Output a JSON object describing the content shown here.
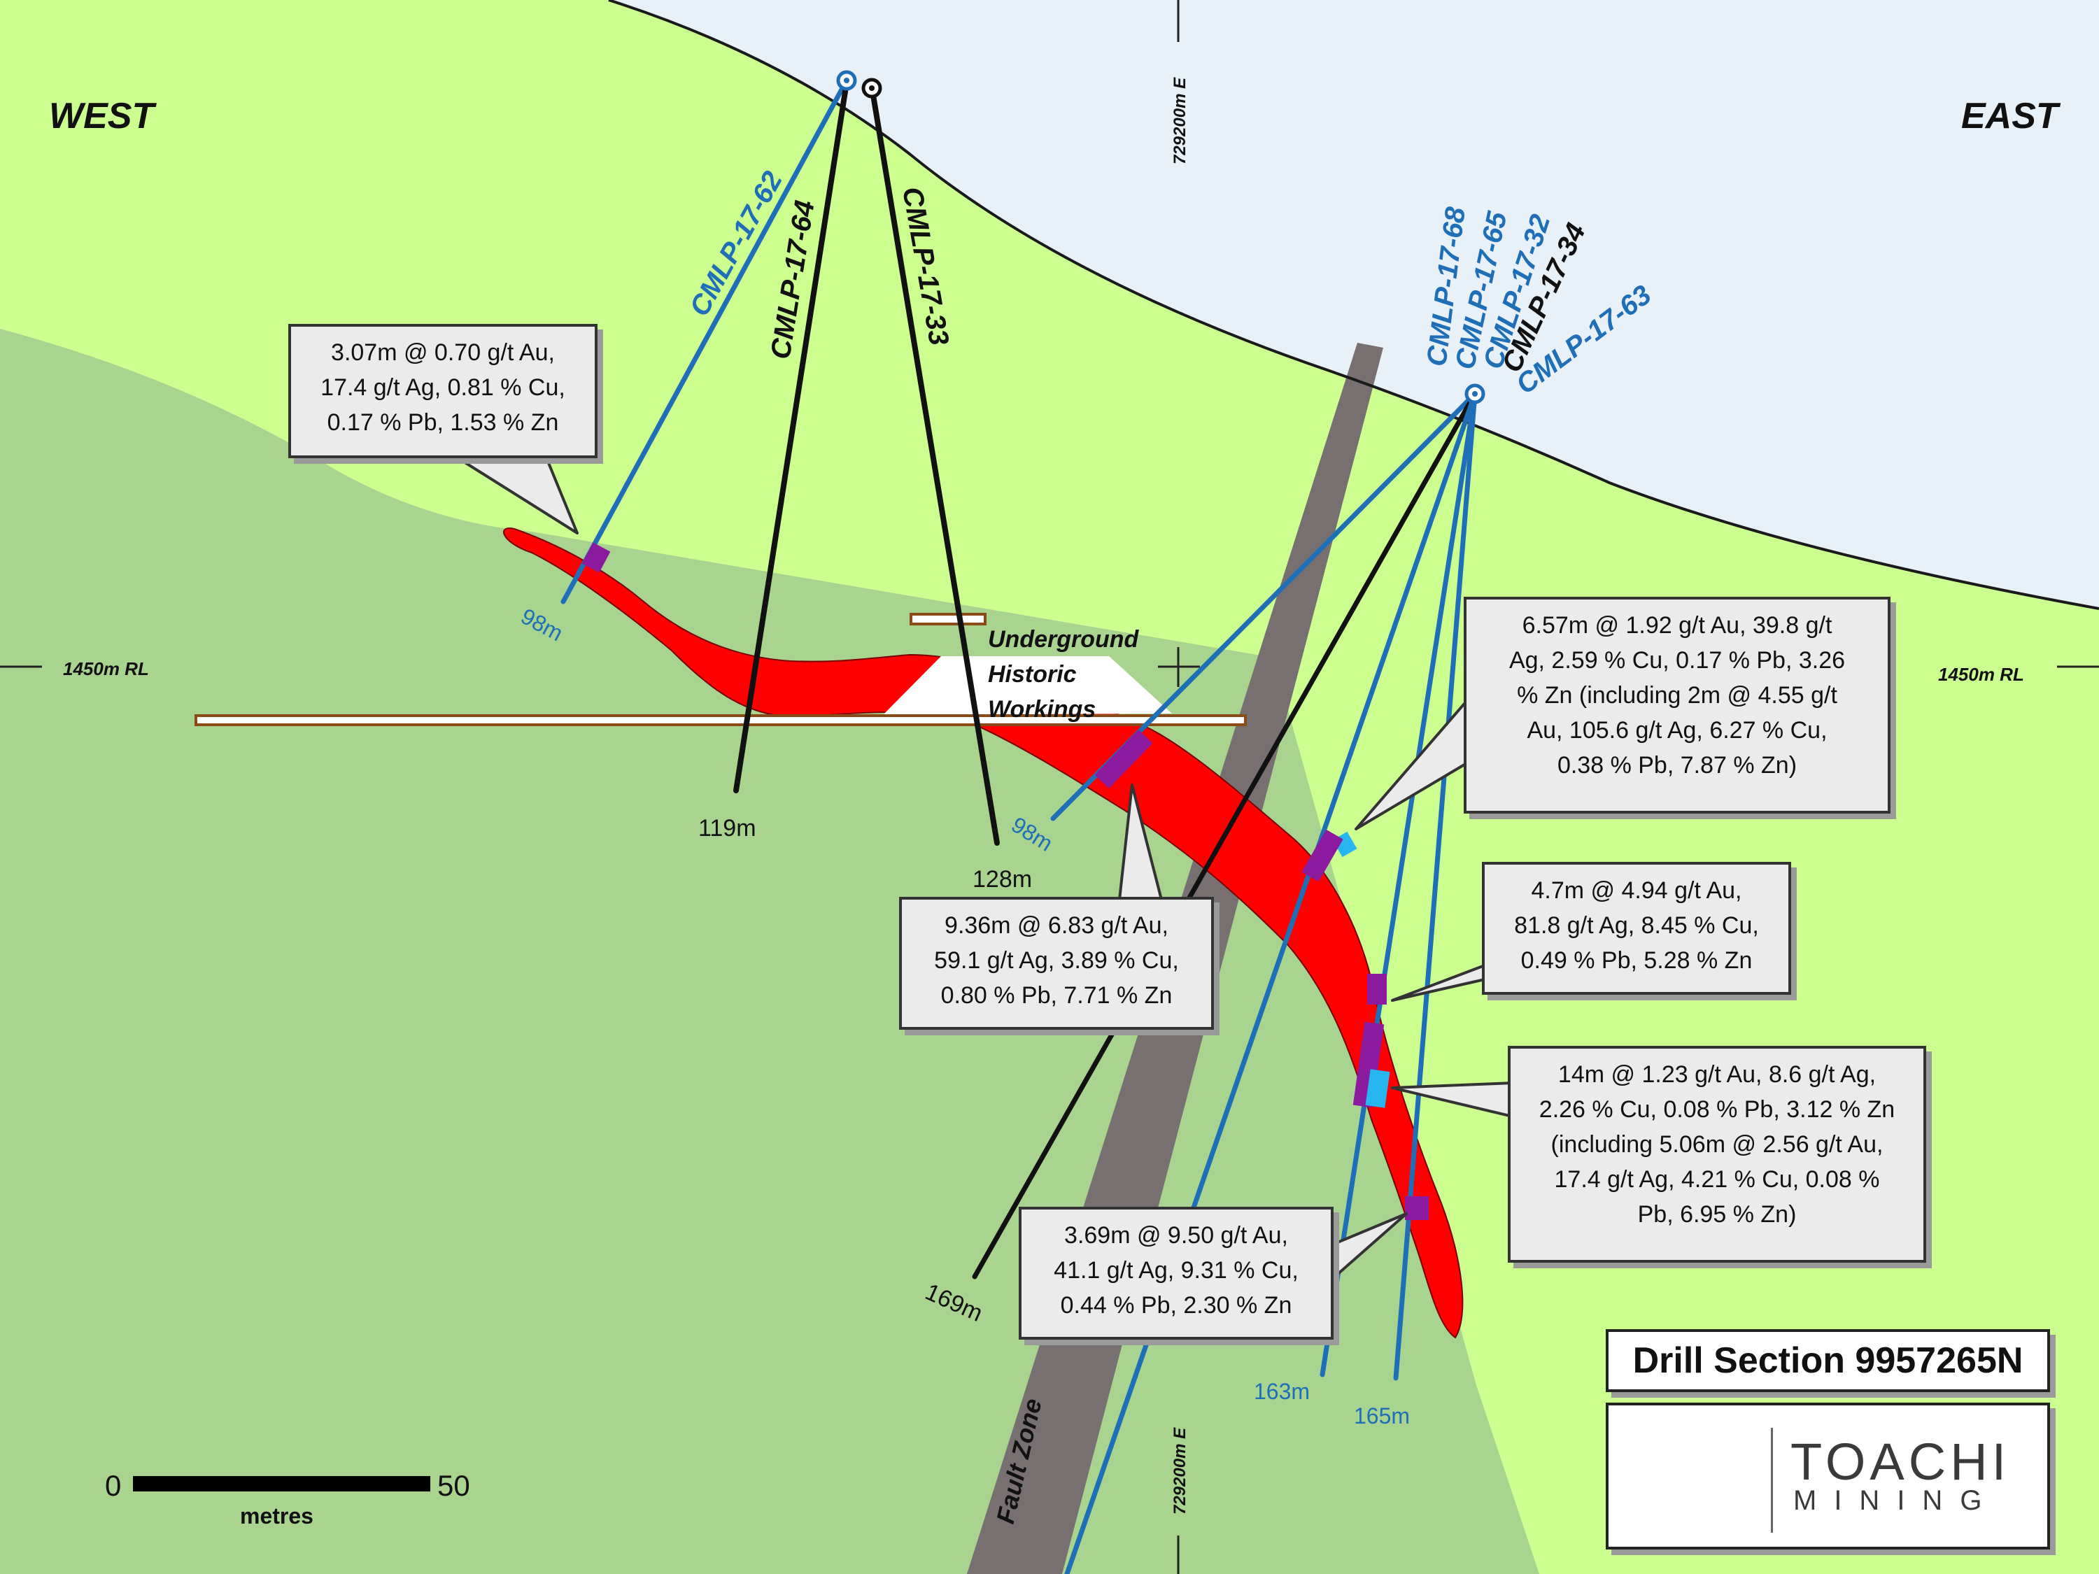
{
  "orientation": {
    "west": "WEST",
    "east": "EAST"
  },
  "grid": {
    "easting": "729200m E",
    "rl": "1450m RL"
  },
  "labels": {
    "underground": "Underground",
    "historic": "Historic",
    "workings": "Workings",
    "fault_zone": "Fault Zone"
  },
  "holes": [
    {
      "id": "CMLP-17-62",
      "depth": "98m",
      "color": "#1f6fb8"
    },
    {
      "id": "CMLP-17-64",
      "depth": "119m",
      "color": "#111111"
    },
    {
      "id": "CMLP-17-33",
      "depth": "128m",
      "color": "#111111"
    },
    {
      "id": "CMLP-17-68",
      "depth": "98m",
      "color": "#1f6fb8"
    },
    {
      "id": "CMLP-17-65",
      "depth": "163m",
      "color": "#1f6fb8"
    },
    {
      "id": "CMLP-17-32",
      "depth": "165m",
      "color": "#1f6fb8"
    },
    {
      "id": "CMLP-17-34",
      "depth": "169m",
      "color": "#111111"
    },
    {
      "id": "CMLP-17-63",
      "depth": "",
      "color": "#1f6fb8"
    }
  ],
  "callouts": [
    {
      "text": "3.07m @ 0.70 g/t Au,\n17.4 g/t Ag, 0.81 % Cu,\n0.17 % Pb, 1.53 % Zn"
    },
    {
      "text": "6.57m @ 1.92 g/t Au, 39.8 g/t\nAg, 2.59 % Cu, 0.17 % Pb, 3.26\n% Zn  (including 2m @ 4.55 g/t\nAu, 105.6 g/t Ag, 6.27 % Cu,\n0.38 % Pb, 7.87 % Zn)"
    },
    {
      "text": "9.36m @ 6.83 g/t Au,\n59.1 g/t Ag, 3.89 % Cu,\n0.80 % Pb, 7.71 % Zn"
    },
    {
      "text": "4.7m @ 4.94 g/t Au,\n81.8 g/t Ag, 8.45 % Cu,\n0.49 % Pb, 5.28 % Zn"
    },
    {
      "text": "14m @ 1.23 g/t Au, 8.6 g/t Ag,\n2.26 % Cu, 0.08 % Pb, 3.12 % Zn\n(including 5.06m @ 2.56 g/t Au,\n17.4 g/t Ag, 4.21 % Cu, 0.08 %\nPb, 6.95 % Zn)"
    },
    {
      "text": "3.69m @ 9.50 g/t Au,\n41.1 g/t Ag, 9.31 % Cu,\n0.44 % Pb, 2.30 % Zn"
    }
  ],
  "scale": {
    "zero": "0",
    "max": "50",
    "unit": "metres"
  },
  "title": "Drill Section 9957265N",
  "logo": {
    "name": "TOACHI",
    "sub": "MINING"
  },
  "colors": {
    "sky": "#e9f1f8",
    "upper_ground": "#ccff8f",
    "lower_ground": "#a8d490",
    "mineralisation": "#ff0000",
    "fault": "#787070",
    "intercept": "#8b1a9e",
    "intercept_alt": "#27b6ef",
    "blue_hole": "#1f6fb8",
    "black_hole": "#111111"
  }
}
